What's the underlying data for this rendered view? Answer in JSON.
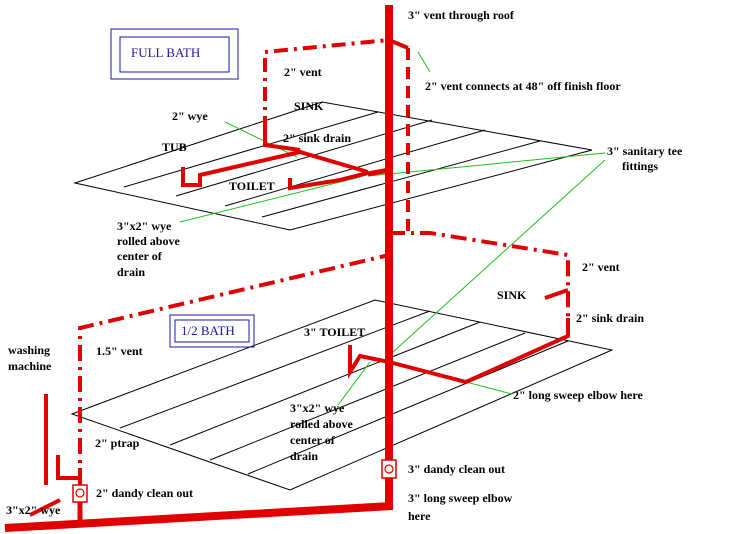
{
  "colors": {
    "pipe": "#e00000",
    "floor": "#000000",
    "leader": "#20c020",
    "title_border": "#1a1aa0",
    "title_text": "#1a1aa0"
  },
  "titles": {
    "full_bath": "FULL BATH",
    "half_bath": "1/2 BATH"
  },
  "labels": {
    "vent_through_roof": "3\" vent through roof",
    "vent_connects": "2\" vent connects at 48\" off finish floor",
    "upper_vent": "2\" vent",
    "upper_sink": "SINK",
    "upper_wye": "2\" wye",
    "upper_sink_drain": "2\" sink drain",
    "tub": "TUB",
    "upper_toilet": "TOILET",
    "sanitary_tee_line1": "3\" sanitary tee",
    "sanitary_tee_line2": "fittings",
    "upper_wye32_line1": "3\"x2\" wye",
    "upper_wye32_line2": "rolled above",
    "upper_wye32_line3": "center  of",
    "upper_wye32_line4": "drain",
    "lower_vent_right": "2\" vent",
    "lower_sink": "SINK",
    "lower_sink_drain": "2\" sink drain",
    "lower_toilet": "3\" TOILET",
    "washing_line1": "washing",
    "washing_line2": "machine",
    "vent_1_5": "1.5\" vent",
    "long_sweep_2": "2\" long sweep elbow here",
    "lower_wye32_line1": "3\"x2\" wye",
    "lower_wye32_line2": "rolled above",
    "lower_wye32_line3": "center  of",
    "lower_wye32_line4": "drain",
    "ptrap": "2\" ptrap",
    "dandy_3": "3\" dandy clean out",
    "dandy_2": "2\" dandy clean out",
    "long_sweep_3_line1": "3\" long sweep elbow",
    "long_sweep_3_line2": "here",
    "wye_bottom": "3\"x2\" wye"
  }
}
